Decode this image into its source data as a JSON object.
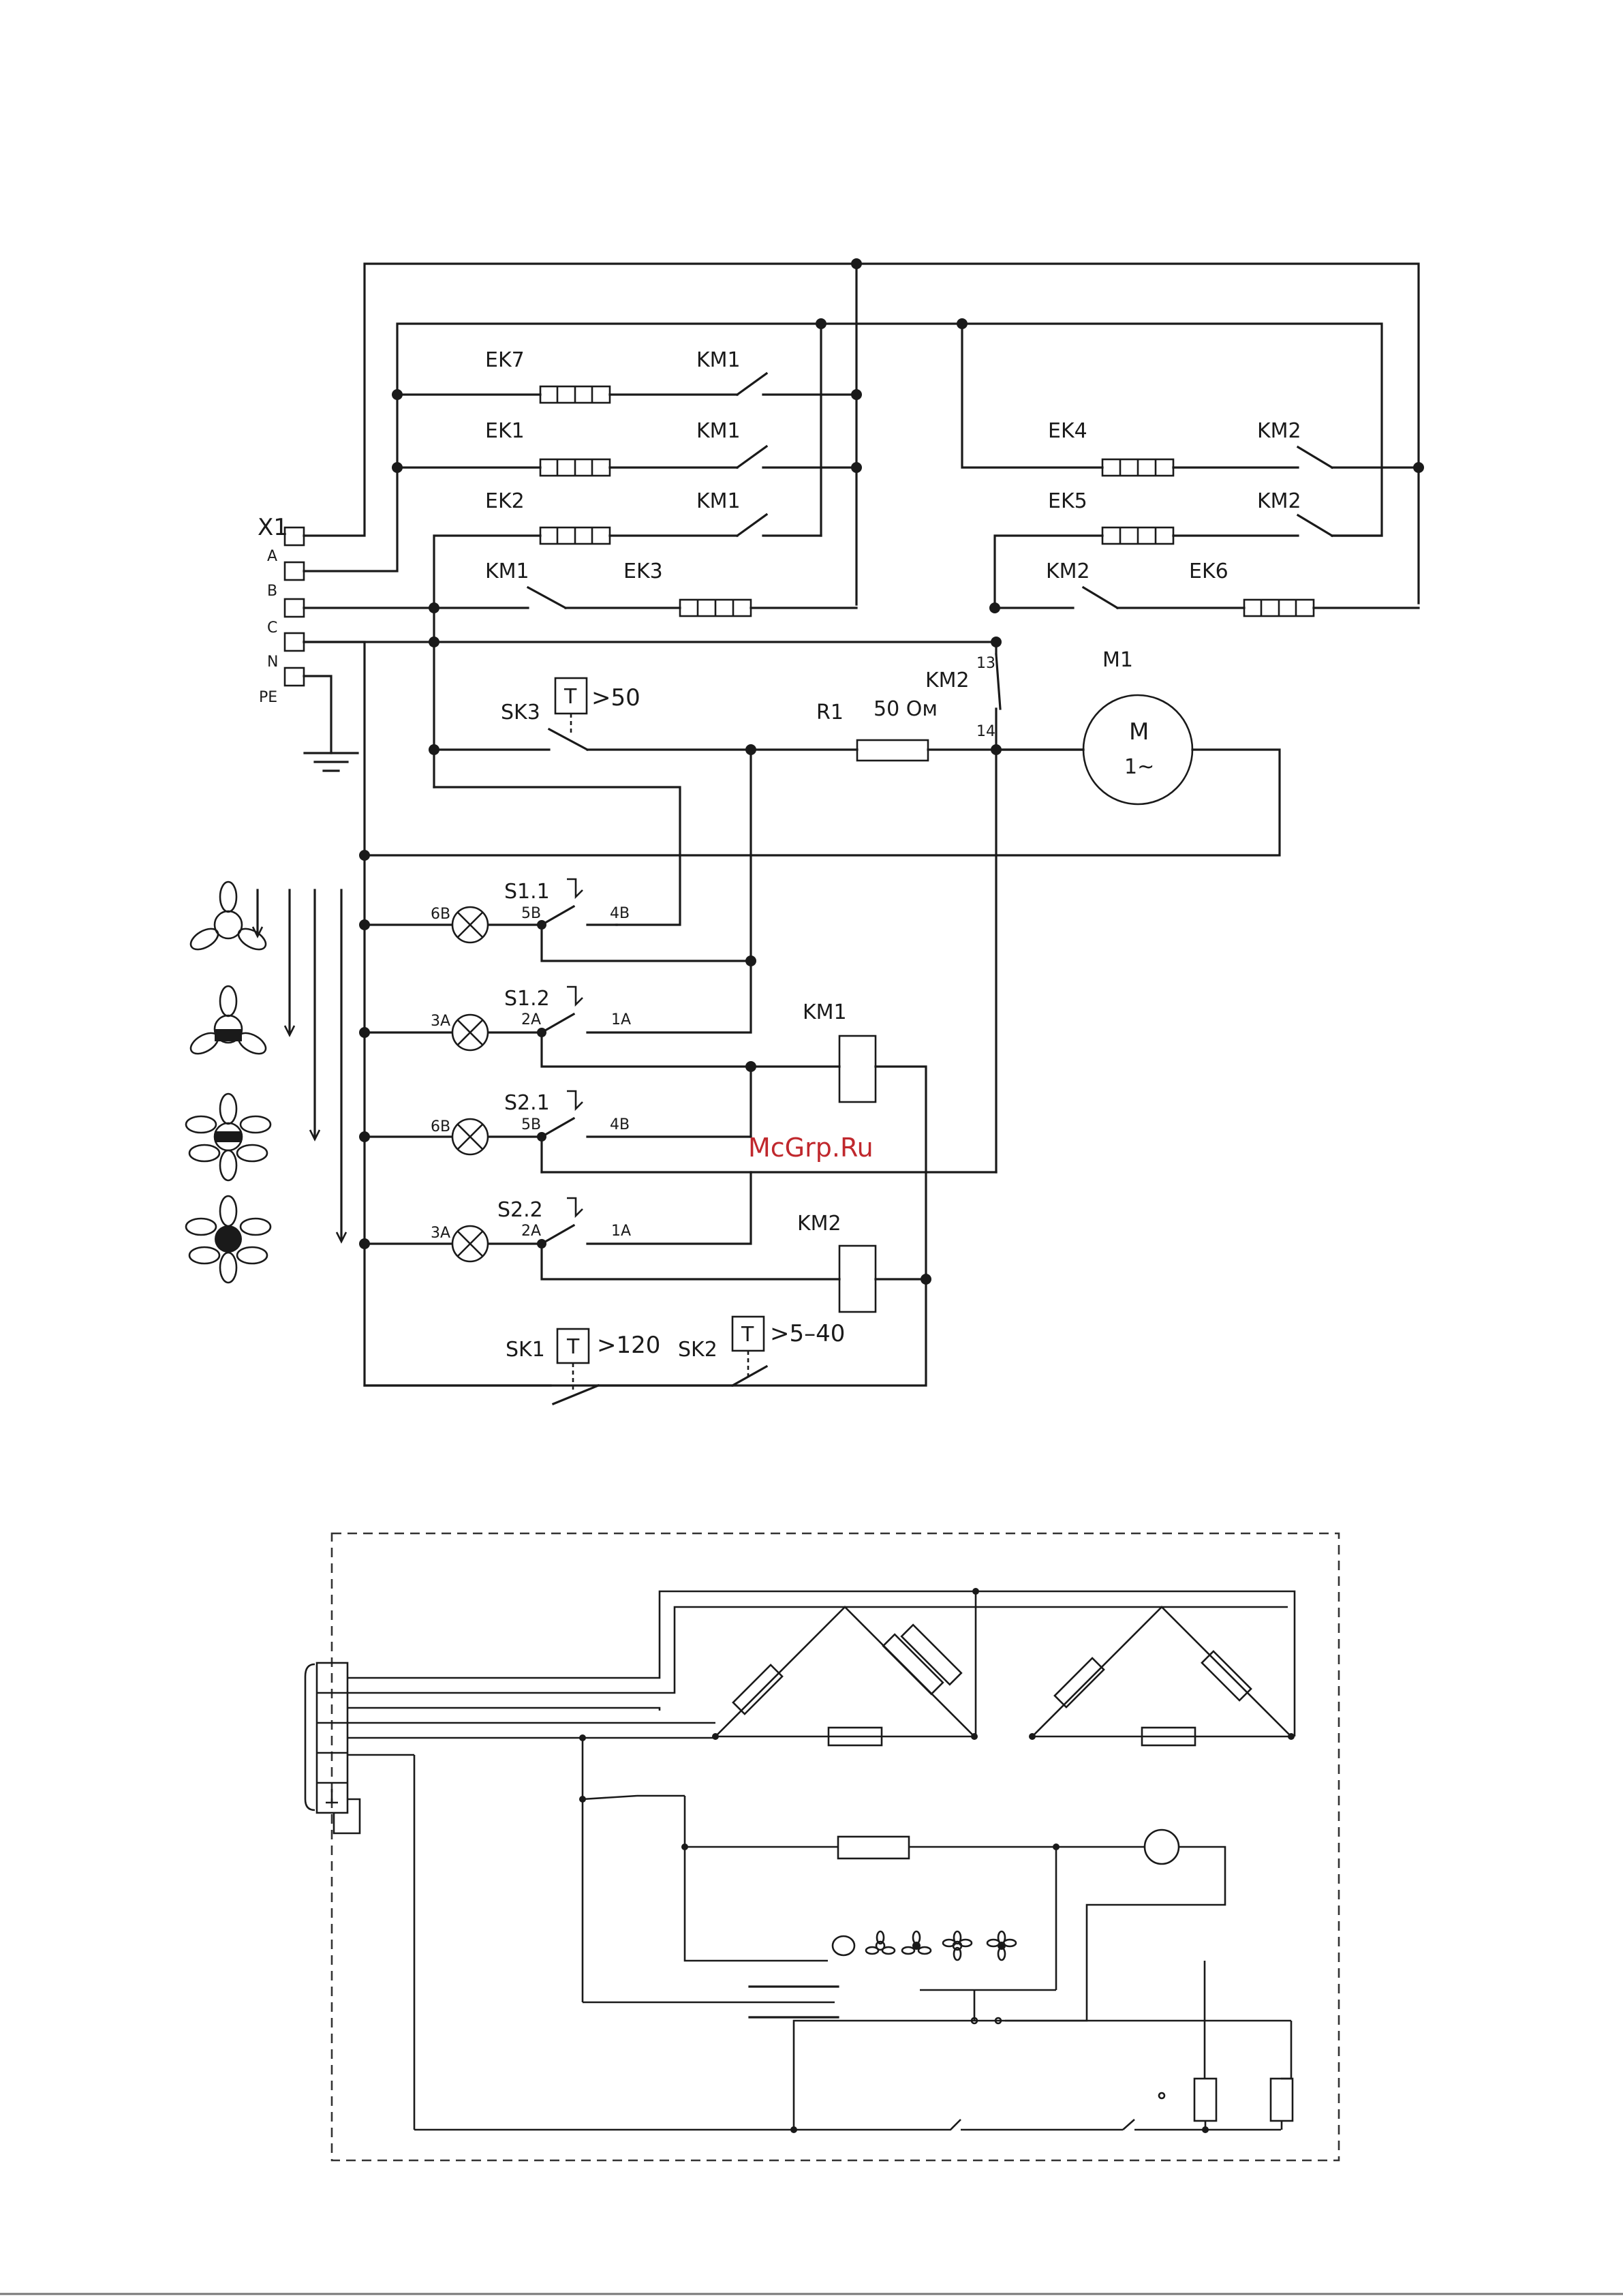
{
  "labels": {
    "x1": "X1",
    "term_a": "A",
    "term_b": "B",
    "term_c": "C",
    "term_n": "N",
    "term_pe": "PE",
    "ek7": "EK7",
    "ek1": "EK1",
    "ek2": "EK2",
    "ek3": "EK3",
    "ek4": "EK4",
    "ek5": "EK5",
    "ek6": "EK6",
    "km1_a": "KM1",
    "km1_b": "KM1",
    "km1_c": "KM1",
    "km1_d": "KM1",
    "km2_a": "KM2",
    "km2_b": "KM2",
    "km2_c": "KM2",
    "km2_contact": "KM2",
    "pin13": "13",
    "pin14": "14",
    "m1": "M1",
    "motor_m": "M",
    "motor_phase": "1~",
    "sk3": "SK3",
    "sk3_t": "T",
    "sk3_set": ">50",
    "r1": "R1",
    "r1_value": "50 Ом",
    "s11": "S1.1",
    "s12": "S1.2",
    "s21": "S2.1",
    "s22": "S2.2",
    "p6b_1": "6B",
    "p5b_1": "5B",
    "p4b_1": "4B",
    "p3a_1": "3A",
    "p2a_1": "2A",
    "p1a_1": "1A",
    "p6b_2": "6B",
    "p5b_2": "5B",
    "p4b_2": "4B",
    "p3a_2": "3A",
    "p2a_2": "2A",
    "p1a_2": "1A",
    "km1_coil": "KM1",
    "km2_coil": "KM2",
    "sk1": "SK1",
    "sk1_t": "T",
    "sk1_set": ">120",
    "sk2": "SK2",
    "sk2_t": "T",
    "sk2_set": ">5–40",
    "watermark": "McGrp.Ru"
  },
  "icons": {
    "mode1": "fan-only-icon",
    "mode2": "fan-heat-low-icon",
    "mode3": "fan-heat-mid-icon",
    "mode4": "fan-heat-full-icon"
  },
  "colors": {
    "line": "#1a1a1a",
    "watermark": "#c0282d"
  }
}
